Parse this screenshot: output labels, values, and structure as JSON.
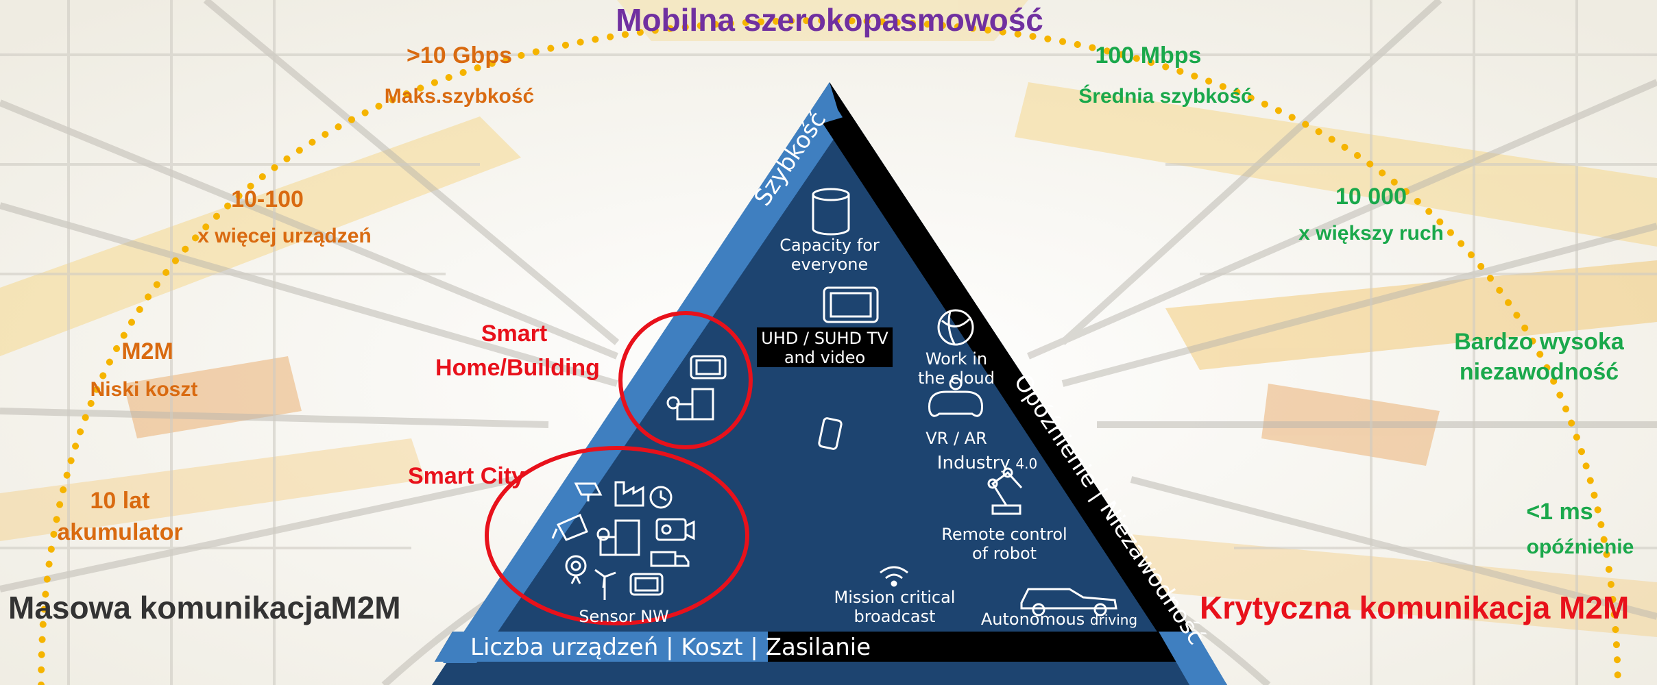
{
  "title": "Mobilna szerokopasmowość",
  "corners": {
    "left": "Masowa komunikacjaM2M",
    "right": "Krytyczna komunikacja M2M"
  },
  "left_labels": [
    {
      "value": ">10 Gbps",
      "caption": "Maks.szybkość"
    },
    {
      "value": "10-100",
      "caption": "x więcej urządzeń"
    },
    {
      "value": "M2M",
      "caption": "Niski koszt"
    },
    {
      "value": "10 lat",
      "caption": "akumulator"
    }
  ],
  "right_labels": [
    {
      "value": "100 Mbps",
      "caption": "Średnia szybkość"
    },
    {
      "value": "10 000",
      "caption": "x większy ruch"
    },
    {
      "value": "Bardzo wysoka",
      "caption": "niezawodność"
    },
    {
      "value": "<1 ms",
      "caption": "opóźnienie"
    }
  ],
  "triangle": {
    "left_edge": "Szybkość",
    "right_edge": "Opóźnienie | Niezawodność",
    "bottom_edge": "Liczba urządzeń | Koszt | Zasilanie"
  },
  "smart": {
    "home_line1": "Smart",
    "home_line2": "Home/Building",
    "city": "Smart City"
  },
  "use_cases": {
    "capacity_1": "Capacity for",
    "capacity_2": "everyone",
    "uhd_1": "UHD / SUHD TV",
    "uhd_2": "and video",
    "cloud_1": "Work in",
    "cloud_2": "the cloud",
    "vr": "VR  / AR",
    "industry": "Industry",
    "industry_ver": "4.0",
    "robot_1": "Remote control",
    "robot_2": "of robot",
    "mission_1": "Mission critical",
    "mission_2": "broadcast",
    "auto_main": "Autonomous",
    "auto_suffix": "driving",
    "sensor": "Sensor NW"
  },
  "icons": [
    "database-icon",
    "tablet-icon",
    "globe-icon",
    "gamepad-icon",
    "phone-icon",
    "robot-arm-icon",
    "wifi-icon",
    "car-icon",
    "building-icon",
    "factory-icon",
    "solar-panel-icon",
    "clock-icon",
    "camera-icon",
    "video-camera-icon",
    "antenna-icon",
    "wind-turbine-icon",
    "truck-icon"
  ],
  "colors": {
    "triangle_fill": "#1d4470",
    "left_edge": "#3f7fc0",
    "dark_edge": "#000000",
    "dots": "#f5b400",
    "orange": "#d96a10",
    "green": "#1aa84b",
    "red": "#e8111b",
    "purple": "#7030a0"
  }
}
